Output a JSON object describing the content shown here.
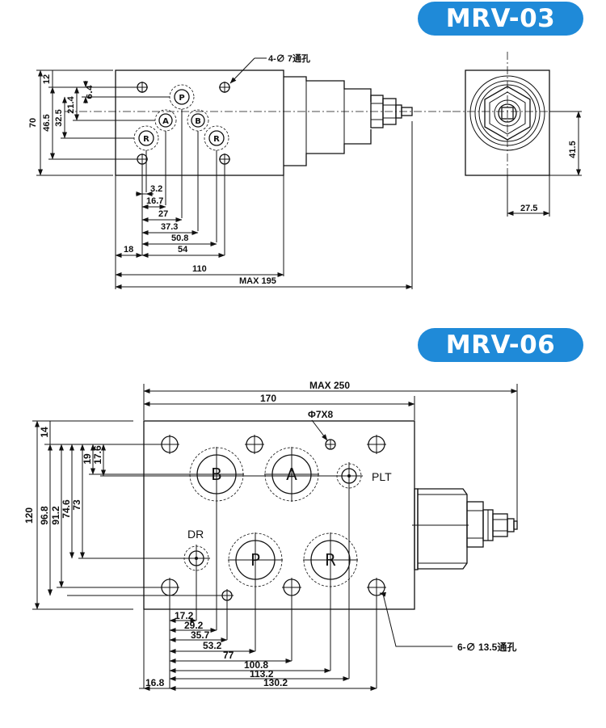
{
  "mrv03": {
    "title": "MRV-03",
    "hole_note": "4-∅ 7通孔",
    "ports": [
      "P",
      "A",
      "B",
      "R",
      "R"
    ],
    "vertical_dims": [
      "70",
      "46.5",
      "32.5",
      "21.4",
      "12",
      "6.4"
    ],
    "horizontal_dims": [
      "3.2",
      "16.7",
      "27",
      "37.3",
      "50.8",
      "18",
      "54",
      "110",
      "MAX 195"
    ],
    "side_dims": [
      "41.5",
      "27.5"
    ]
  },
  "mrv06": {
    "title": "MRV-06",
    "ports": [
      "B",
      "A",
      "P",
      "R"
    ],
    "plt_label": "PLT",
    "dr_label": "DR",
    "pin_note": "Φ7X8",
    "hole_note": "6-∅ 13.5通孔",
    "top_dims": [
      "MAX 250",
      "170"
    ],
    "vertical_dims": [
      "120",
      "96.8",
      "91.2",
      "74.6",
      "73",
      "19",
      "17.6",
      "14"
    ],
    "bottom_dims": [
      "17.2",
      "29.2",
      "35.7",
      "53.2",
      "77",
      "100.8",
      "113.2",
      "130.2",
      "16.8"
    ]
  }
}
